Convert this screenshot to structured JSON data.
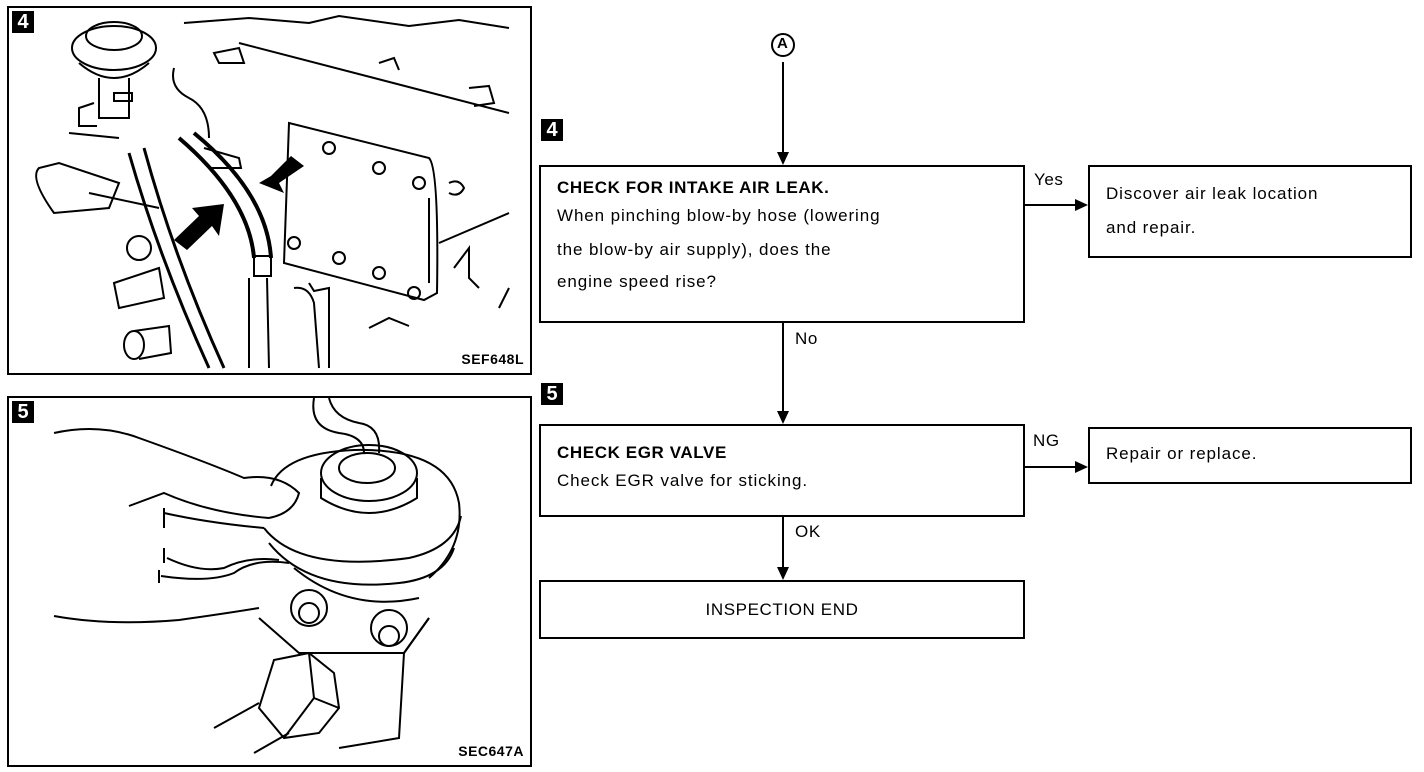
{
  "figures": [
    {
      "step": "4",
      "code": "SEF648L",
      "subject": "blow-by hose pinch points on engine (arrows)"
    },
    {
      "step": "5",
      "code": "SEC647A",
      "subject": "pressing EGR valve diaphragm by hand"
    }
  ],
  "flowchart": {
    "connector": "A",
    "steps": [
      {
        "badge": "4",
        "title": "CHECK FOR INTAKE AIR LEAK.",
        "lines": [
          "When pinching blow-by hose (lowering",
          "the blow-by air supply), does the",
          "engine speed rise?"
        ],
        "branch_yes": {
          "label": "Yes",
          "result": [
            "Discover air leak location",
            "and repair."
          ]
        },
        "branch_no": {
          "label": "No"
        }
      },
      {
        "badge": "5",
        "title": "CHECK EGR VALVE",
        "lines": [
          "Check EGR valve for sticking."
        ],
        "branch_ng": {
          "label": "NG",
          "result": [
            "Repair or replace."
          ]
        },
        "branch_ok": {
          "label": "OK"
        }
      }
    ],
    "end": "INSPECTION END"
  }
}
